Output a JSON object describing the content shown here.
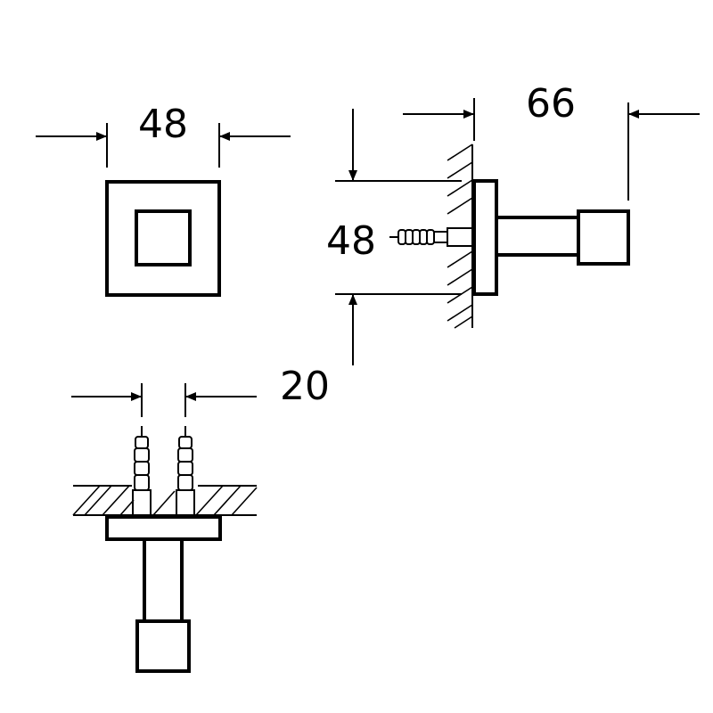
{
  "dimensions": {
    "top_view_width": "48",
    "side_view_depth": "66",
    "side_view_height": "48",
    "bottom_view_screw_spacing": "20"
  },
  "colors": {
    "line": "#000000",
    "background": "#ffffff"
  }
}
